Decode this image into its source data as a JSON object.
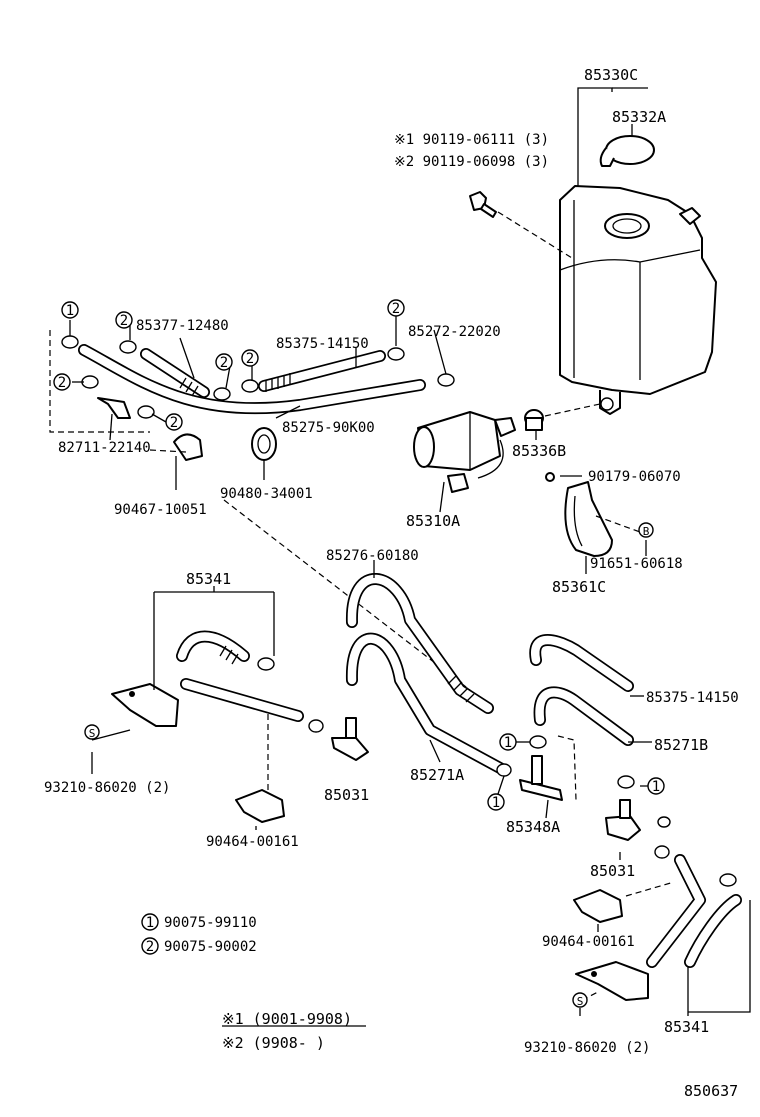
{
  "labels": {
    "tank": "85330C",
    "cap": "85332A",
    "note1": "※1 90119-06111 (3)",
    "note2": "※2 90119-06098 (3)",
    "clip1": "85377-12480",
    "hose_a": "85375-14150",
    "clamp_a": "85272-22020",
    "hose_b": "85275-90K00",
    "bracket": "82711-22140",
    "grommet": "90480-34001",
    "clamp_b": "90467-10051",
    "pump": "85310A",
    "bush": "85336B",
    "bolt": "90179-06070",
    "band": "91651-60618",
    "band_holder": "85361C",
    "hose_c": "85276-60180",
    "nozzle_l": "85341",
    "hose_d": "85375-14150",
    "hose_e": "85271B",
    "screw_l": "93210-86020 (2)",
    "check_l": "85031",
    "hose_f": "85271A",
    "tee": "85348A",
    "check_r": "85031",
    "holder_l": "90464-00161",
    "holder_r": "90464-00161",
    "screw_r": "93210-86020 (2)",
    "nozzle_r": "85341",
    "legend1": "90075-99110",
    "legend2": "90075-90002",
    "legend_num1": "1",
    "legend_num2": "2",
    "range1": "※1 (9001-9908)",
    "range2": "※2 (9908-      )",
    "diagram_id": "850637",
    "badge_b": "B",
    "badge_s": "S"
  },
  "icons": [
    "circled-1-icon",
    "circled-2-icon",
    "circled-b-icon",
    "circled-s-icon"
  ]
}
